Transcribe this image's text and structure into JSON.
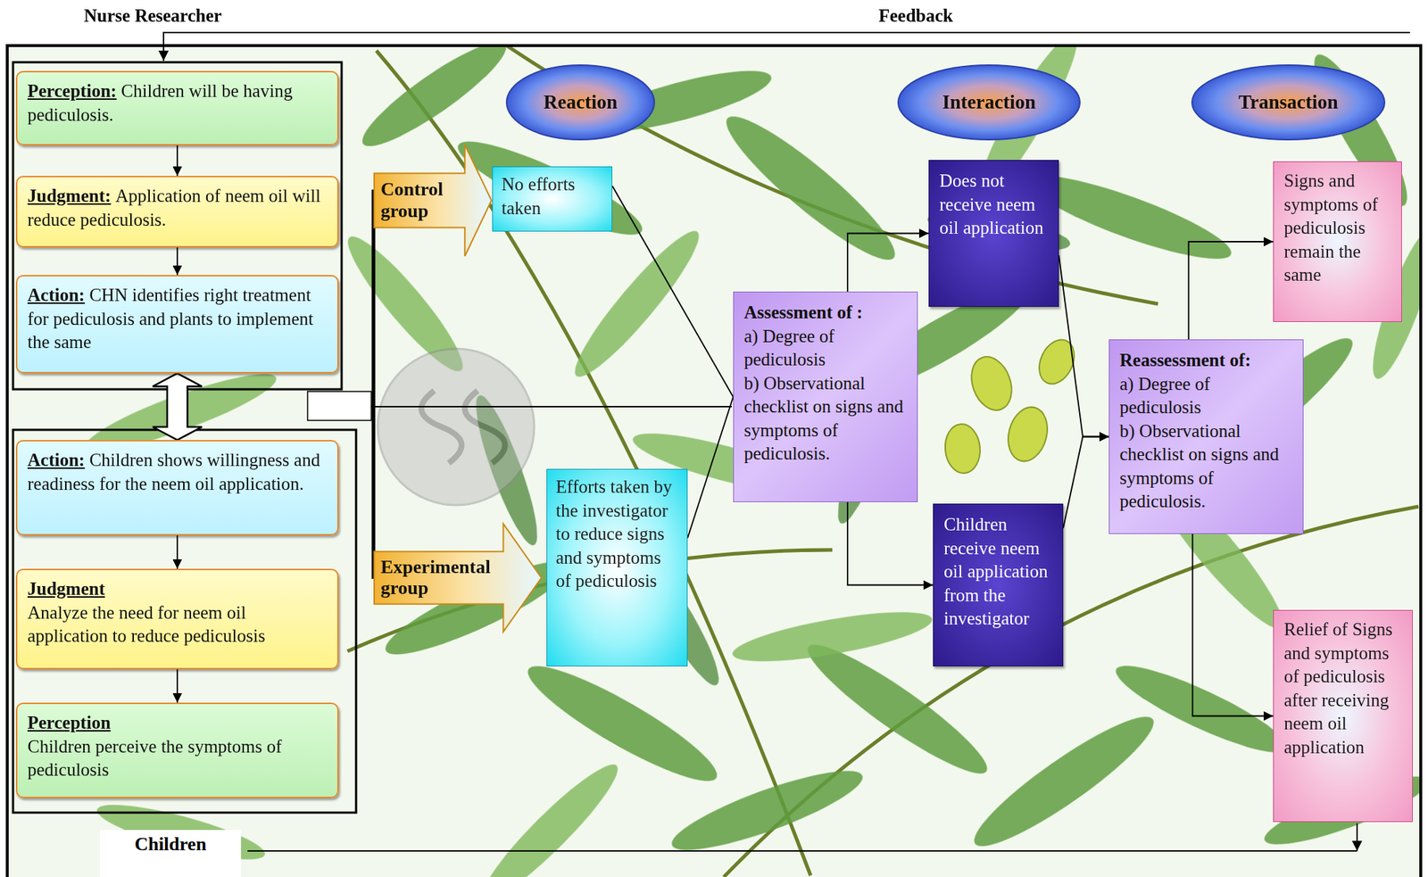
{
  "diagram": {
    "nodes": [
      {
        "text": [
          "Perception:",
          "Children will be having pediculosis."
        ]
      },
      {
        "text": [
          "Judgment:",
          "Application of neem oil will reduce pediculosis."
        ]
      },
      {
        "text": [
          "Action:",
          "CHN identifies right treatment for pediculosis and plants to implement the same"
        ]
      },
      {
        "text": [
          "Action:",
          "Children shows willingness and readiness for the neem oil application."
        ]
      },
      {
        "text": [
          "Judgment",
          "Analyze the need for neem oil application to reduce pediculosis"
        ]
      },
      {
        "text": [
          "Perception",
          "Children perceive the symptoms of pediculosis"
        ]
      },
      {
        "text": [
          "Reaction"
        ]
      },
      {
        "text": [
          "Interaction"
        ]
      },
      {
        "text": [
          "Transaction"
        ]
      },
      {
        "text": [
          "Control group"
        ]
      },
      {
        "text": [
          "No efforts taken"
        ]
      },
      {
        "text": [
          "Experimental group"
        ]
      },
      {
        "text": [
          "Efforts taken by the investigator to reduce signs and symptoms of pediculosis"
        ]
      },
      {
        "text": [
          "Assessment of :",
          "a) Degree of pediculosis",
          "b) Observational checklist on signs and symptoms of pediculosis."
        ]
      },
      {
        "text": [
          "Does not receive neem oil application"
        ]
      },
      {
        "text": [
          "Children receive neem oil application from the investigator"
        ]
      },
      {
        "text": [
          "Reassessment of:",
          "a) Degree of pediculosis",
          "b) Observational checklist on signs and symptoms of pediculosis."
        ]
      },
      {
        "text": [
          "Signs and symptoms of pediculosis remain the same"
        ]
      },
      {
        "text": [
          "Relief of Signs and symptoms of pediculosis after receiving neem oil application"
        ]
      }
    ],
    "edges": [
      {
        "from": 0,
        "to": 1,
        "arrow": "to"
      },
      {
        "from": 1,
        "to": 2,
        "arrow": "to"
      },
      {
        "from": 2,
        "to": 3,
        "arrow": "both"
      },
      {
        "from": 3,
        "to": 4,
        "arrow": "to"
      },
      {
        "from": 4,
        "to": 5,
        "arrow": "to"
      },
      {
        "from": 10,
        "to": 13,
        "arrow": "none"
      },
      {
        "from": 12,
        "to": 13,
        "arrow": "none"
      },
      {
        "from": 13,
        "to": 14,
        "arrow": "to"
      },
      {
        "from": 13,
        "to": 15,
        "arrow": "to"
      },
      {
        "from": 14,
        "to": 16,
        "arrow": "to"
      },
      {
        "from": 15,
        "to": 16,
        "arrow": "to"
      },
      {
        "from": 16,
        "to": 17,
        "arrow": "to"
      },
      {
        "from": 16,
        "to": 18,
        "arrow": "to"
      }
    ],
    "labels": [
      "Nurse Researcher",
      "Feedback",
      "Children"
    ]
  }
}
